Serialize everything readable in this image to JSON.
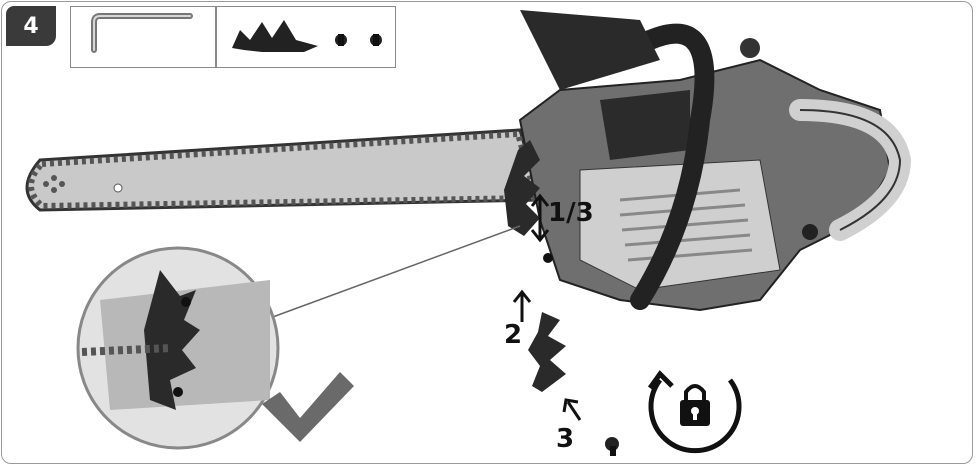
{
  "step": {
    "number": "4"
  },
  "labels": {
    "distance": "1/3",
    "step_2": "2",
    "step_3": "3"
  },
  "parts": [
    "hex-key",
    "bumper-spike",
    "screw",
    "screw"
  ],
  "colors": {
    "badge": "#3a3a3a",
    "check": "#6a6a6a",
    "frame": "#9a9a9a"
  }
}
